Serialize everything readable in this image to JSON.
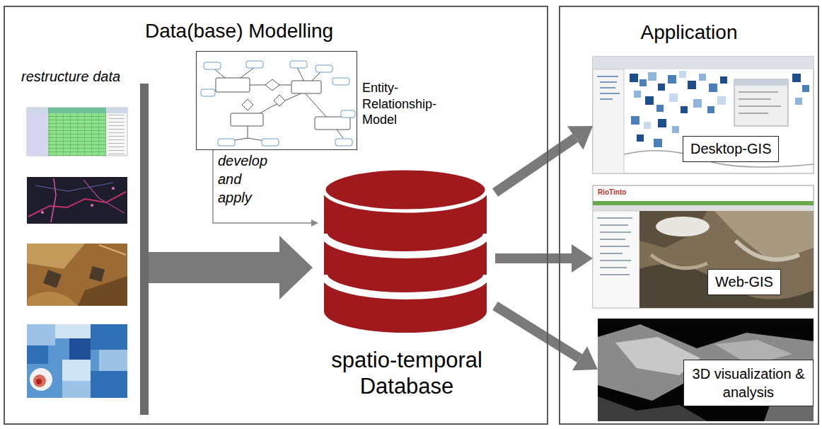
{
  "diagram": {
    "nodes": [
      {
        "text": [
          "Data(base) Modelling"
        ]
      },
      {
        "text": [
          "Entity-Relationship-Model"
        ],
        "in": 0
      },
      {
        "text": [
          "spatio-temporal Database"
        ],
        "in": 0
      },
      {
        "text": [
          "Application"
        ]
      },
      {
        "text": [
          "Desktop-GIS"
        ],
        "in": 3
      },
      {
        "text": [
          "Web-GIS"
        ],
        "in": 3
      },
      {
        "text": [
          "3D visualization & analysis"
        ],
        "in": 3
      }
    ],
    "edges": [
      {
        "from": 1,
        "to": 2,
        "arrow": "to",
        "label": "develop and apply"
      },
      {
        "from": 2,
        "to": 4,
        "arrow": "to"
      },
      {
        "from": 2,
        "to": 5,
        "arrow": "to"
      },
      {
        "from": 2,
        "to": 6,
        "arrow": "to"
      }
    ],
    "labels": [
      "restructure data",
      "RioTinto"
    ]
  }
}
